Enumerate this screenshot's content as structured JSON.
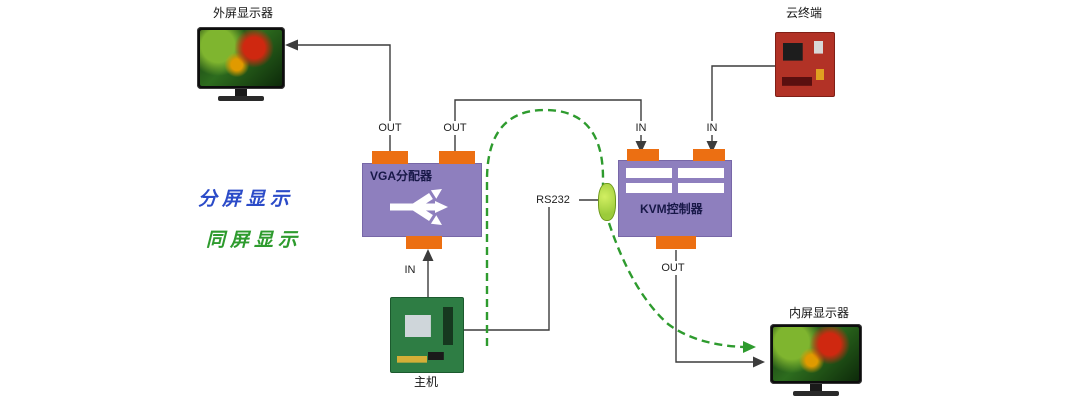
{
  "labels": {
    "external_monitor": "外屏显示器",
    "cloud_terminal": "云终端",
    "host": "主机",
    "internal_monitor": "内屏显示器",
    "split_display": "分屏显示",
    "same_display": "同屏显示",
    "rs232": "RS232"
  },
  "devices": {
    "vga_splitter": {
      "title": "VGA分配器",
      "port_out_left": "OUT",
      "port_out_right": "OUT",
      "port_in": "IN"
    },
    "kvm_controller": {
      "title": "KVM控制器",
      "port_in_left": "IN",
      "port_in_right": "IN",
      "port_out": "OUT"
    }
  },
  "colors": {
    "box-purple": "#8E7FBE",
    "connector-orange": "#EC6F12",
    "rs232-green": "#9CCB3B",
    "split-text-blue": "#2B4BC8",
    "same-text-green": "#2E9B2E",
    "wire-black": "#3C3C3C",
    "dashed-green": "#2E9B2E"
  }
}
